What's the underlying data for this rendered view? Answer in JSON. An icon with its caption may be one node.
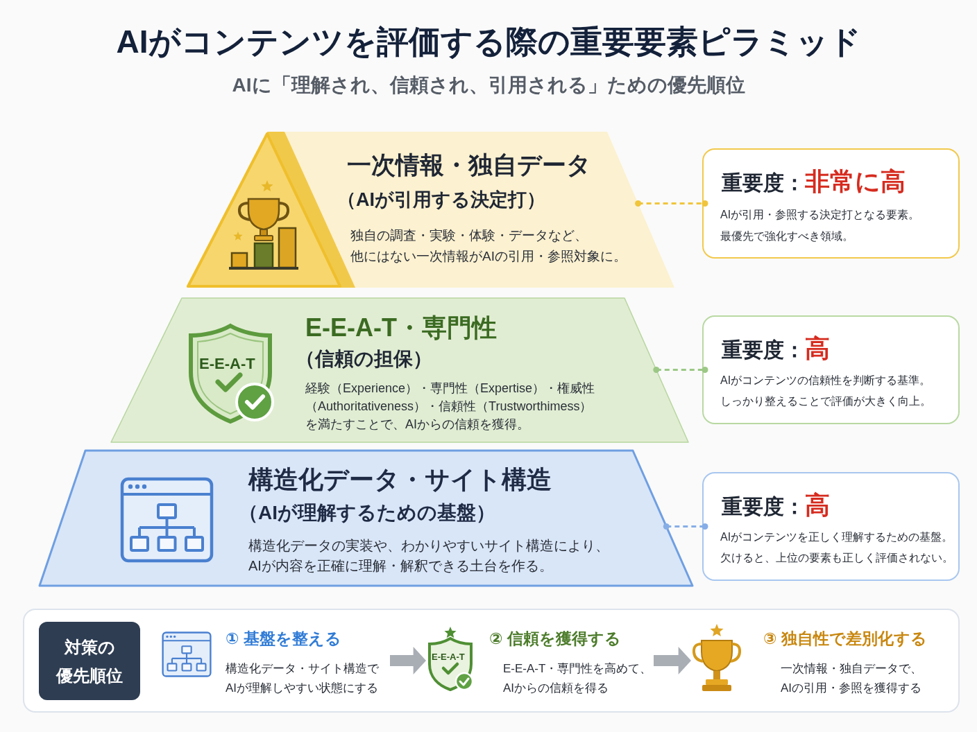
{
  "diagram": {
    "title": "AIがコンテンツを評価する際の重要要素ピラミッド",
    "nodes": [
      {
        "text": [
          "一次情報・独自データ",
          "（AIが引用する決定打）",
          "独自の調査・実験・体験・データなど、他にはない一次情報がAIの引用・参照対象に。"
        ]
      },
      {
        "text": [
          "重要度：",
          "非常に高",
          "AIが引用・参照する決定打となる要素。最優先で強化すべき領域。"
        ]
      },
      {
        "text": [
          "E-E-A-T・専門性",
          "（信頼の担保）",
          "経験（Experience）・専門性（Expertise）・権威性（Authoritativeness）・信頼性（Trustworthimess）を満たすことで、AIからの信頼を獲得。"
        ]
      },
      {
        "text": [
          "重要度：",
          "高",
          "AIがコンテンツの信頼性を判断する基準。しっかり整えることで評価が大きく向上。"
        ]
      },
      {
        "text": [
          "構造化データ・サイト構造",
          "（AIが理解するための基盤）",
          "構造化データの実装や、わかりやすいサイト構造により、AIが内容を正確に理解・解釈できる土台を作る。"
        ]
      },
      {
        "text": [
          "重要度：",
          "高",
          "AIがコンテンツを正しく理解するための基盤。欠けると、上位の要素も正しく評価されない。"
        ]
      },
      {
        "text": [],
        "shape": "box"
      },
      {
        "text": [
          "対策の優先順位"
        ],
        "in": 6
      },
      {
        "text": [
          "① 基盤を整える",
          "構造化データ・サイト構造でAIが理解しやすい状態にする"
        ],
        "in": 6
      },
      {
        "text": [
          "② 信頼を獲得する",
          "E-E-A-T・専門性を高めて、AIからの信頼を得る"
        ],
        "in": 6
      },
      {
        "text": [
          "③ 独自性で差別化する",
          "一次情報・独自データで、AIの引用・参照を獲得する"
        ],
        "in": 6
      }
    ],
    "edges": [
      {
        "from": 0,
        "to": 1,
        "arrow": "other",
        "style": "dashed",
        "color": "#f0c53c"
      },
      {
        "from": 2,
        "to": 3,
        "arrow": "other",
        "style": "dashed",
        "color": "#9cc886"
      },
      {
        "from": 4,
        "to": 5,
        "arrow": "other",
        "style": "dashed",
        "color": "#86aee6"
      },
      {
        "from": 8,
        "to": 9,
        "arrow": "to"
      },
      {
        "from": 9,
        "to": 10,
        "arrow": "to"
      }
    ],
    "labels": [
      "AIに「理解され、信頼され、引用される」ための優先順位",
      "E-E-A-T",
      "E-E-A-T"
    ]
  }
}
